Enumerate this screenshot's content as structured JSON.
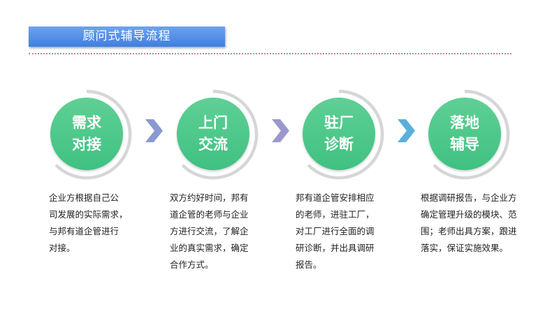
{
  "title": "顾问式辅导流程",
  "colors": {
    "title_bar": "#4f8ae6",
    "divider": "#e07a86",
    "disk": "#4cc688",
    "ring": "#d6d6d6",
    "arrows": [
      "#8a9ad0",
      "#9a98cc",
      "#5ab0dc"
    ]
  },
  "steps": [
    {
      "label_lines": [
        "需求",
        "对接"
      ],
      "desc_lines": [
        "企业方根据自己公",
        "司发展的实际需求，",
        "与邦有道企管进行",
        "对接。"
      ]
    },
    {
      "label_lines": [
        "上门",
        "交流"
      ],
      "desc_lines": [
        "双方约好时间，邦有",
        "道企管的老师与企业",
        "方进行交流，了解企",
        "业的真实需求，确定",
        "合作方式。"
      ]
    },
    {
      "label_lines": [
        "驻厂",
        "诊断"
      ],
      "desc_lines": [
        "邦有道企管安排相应",
        "的老师，进驻工厂，",
        "对工厂进行全面的调",
        "研诊断，并出具调研",
        "报告。"
      ]
    },
    {
      "label_lines": [
        "落地",
        "辅导"
      ],
      "desc_lines": [
        "根据调研报告，与企业方",
        "确定管理升级的模块、范",
        "围；老师出具方案，跟进",
        "落实，保证实施效果。"
      ]
    }
  ],
  "arrows": [
    {
      "icon": "chevron-right-icon"
    },
    {
      "icon": "chevron-right-icon"
    },
    {
      "icon": "chevron-right-icon"
    }
  ]
}
